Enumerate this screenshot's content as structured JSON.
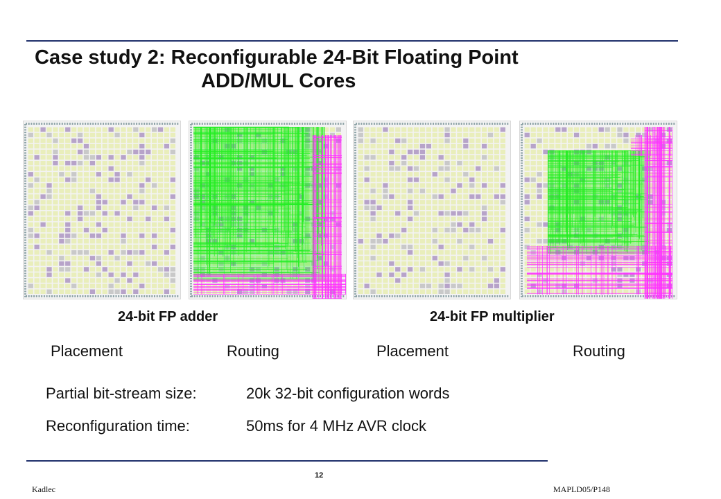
{
  "slide": {
    "title_line1": "Case study 2: Reconfigurable 24-Bit Floating Point",
    "title_line2": "ADD/MUL Cores"
  },
  "captions": {
    "adder": "24-bit FP adder",
    "multiplier": "24-bit FP multiplier"
  },
  "panel_labels": {
    "adder_placement": "Placement",
    "adder_routing": "Routing",
    "mul_placement": "Placement",
    "mul_routing": "Routing"
  },
  "info": {
    "bitstream_label": "Partial bit-stream size:",
    "bitstream_value": "20k 32-bit configuration words",
    "reconfig_label": "Reconfiguration time:",
    "reconfig_value": "50ms for 4 MHz AVR clock"
  },
  "footer": {
    "page_number": "12",
    "author": "Kadlec",
    "reference": "MAPLD05/P148"
  },
  "colors": {
    "rule": "#1f2f6b",
    "routing_green": "#22ee22",
    "routing_magenta": "#ff33ff",
    "placement_cell": "#e9eebb"
  }
}
